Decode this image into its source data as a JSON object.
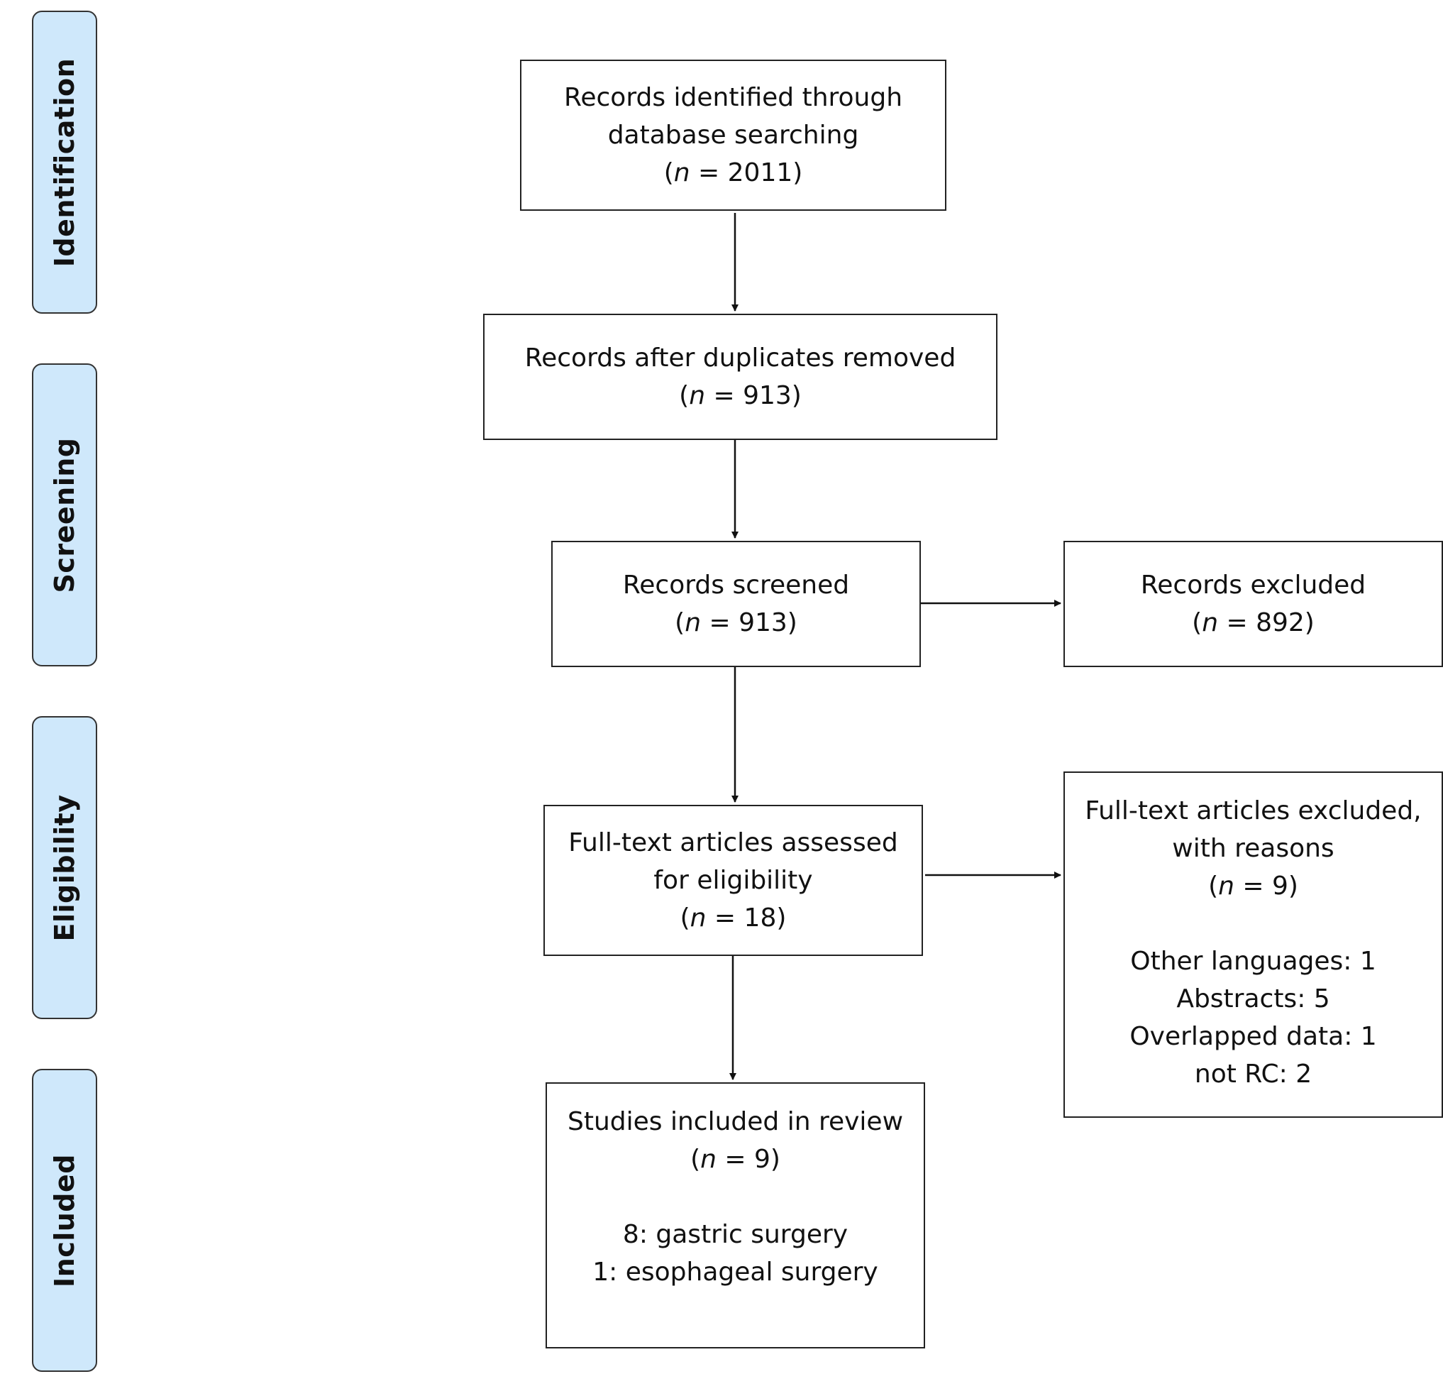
{
  "phases": [
    {
      "label": "Identification"
    },
    {
      "label": "Screening"
    },
    {
      "label": "Eligibility"
    },
    {
      "label": "Included"
    }
  ],
  "boxes": {
    "identified": {
      "lines": [
        "Records identified through",
        "database searching"
      ],
      "n_prefix": "(",
      "n_symbol": "n",
      "n_value": " = 2011)"
    },
    "dedup": {
      "lines": [
        "Records after duplicates removed"
      ],
      "n_prefix": "(",
      "n_symbol": "n",
      "n_value": " = 913)"
    },
    "screened": {
      "lines": [
        "Records screened"
      ],
      "n_prefix": "(",
      "n_symbol": "n",
      "n_value": " = 913)"
    },
    "excluded": {
      "lines": [
        "Records excluded"
      ],
      "n_prefix": "(",
      "n_symbol": "n",
      "n_value": " = 892)"
    },
    "fulltext": {
      "lines": [
        "Full-text articles assessed",
        "for eligibility"
      ],
      "n_prefix": "(",
      "n_symbol": "n",
      "n_value": " = 18)"
    },
    "fulltext_excluded": {
      "lines": [
        "Full-text articles excluded,",
        "with reasons"
      ],
      "n_prefix": "(",
      "n_symbol": "n",
      "n_value": " = 9)",
      "reasons": [
        "Other languages: 1",
        "Abstracts: 5",
        "Overlapped data: 1",
        "not RC: 2"
      ]
    },
    "included": {
      "lines": [
        "Studies included in review"
      ],
      "n_prefix": "(",
      "n_symbol": "n",
      "n_value": " = 9)",
      "details": [
        "8: gastric surgery",
        "1: esophageal surgery"
      ]
    }
  }
}
